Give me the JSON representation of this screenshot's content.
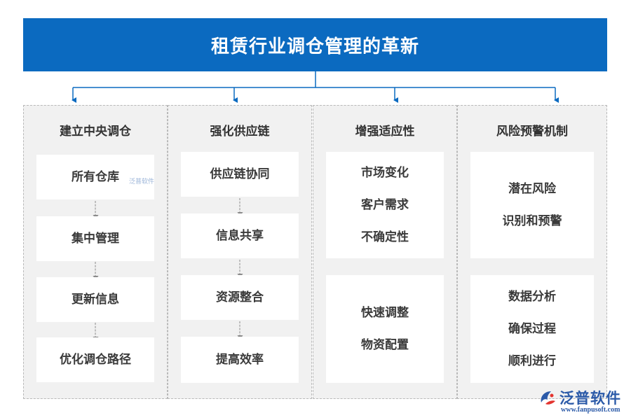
{
  "title": "租赁行业调仓管理的革新",
  "columns": [
    {
      "title": "建立中央调仓",
      "cards": [
        {
          "lines": [
            "所有仓库"
          ]
        },
        {
          "lines": [
            "集中管理"
          ]
        },
        {
          "lines": [
            "更新信息"
          ]
        },
        {
          "lines": [
            "优化调仓路径"
          ]
        }
      ]
    },
    {
      "title": "强化供应链",
      "cards": [
        {
          "lines": [
            "供应链协同"
          ]
        },
        {
          "lines": [
            "信息共享"
          ]
        },
        {
          "lines": [
            "资源整合"
          ]
        },
        {
          "lines": [
            "提高效率"
          ]
        }
      ]
    },
    {
      "title": "增强适应性",
      "cards": [
        {
          "lines": [
            "市场变化",
            "客户需求",
            "不确定性"
          ]
        },
        {
          "lines": [
            "快速调整",
            "物资配置"
          ]
        }
      ]
    },
    {
      "title": "风险预警机制",
      "cards": [
        {
          "lines": [
            "潜在风险",
            "识别和预警"
          ]
        },
        {
          "lines": [
            "数据分析",
            "确保过程",
            "顺利进行"
          ]
        }
      ]
    }
  ],
  "watermark_small": "泛普软件",
  "brand": {
    "name": "泛普软件",
    "url": "www.fanpusoft.com",
    "logo_icon": "fanpu-logo-icon",
    "color": "#2b5aa8"
  },
  "colors": {
    "title_bg": "#0b6ac0",
    "connector": "#0b6ac0",
    "panel_bg": "#f1f1f1"
  }
}
